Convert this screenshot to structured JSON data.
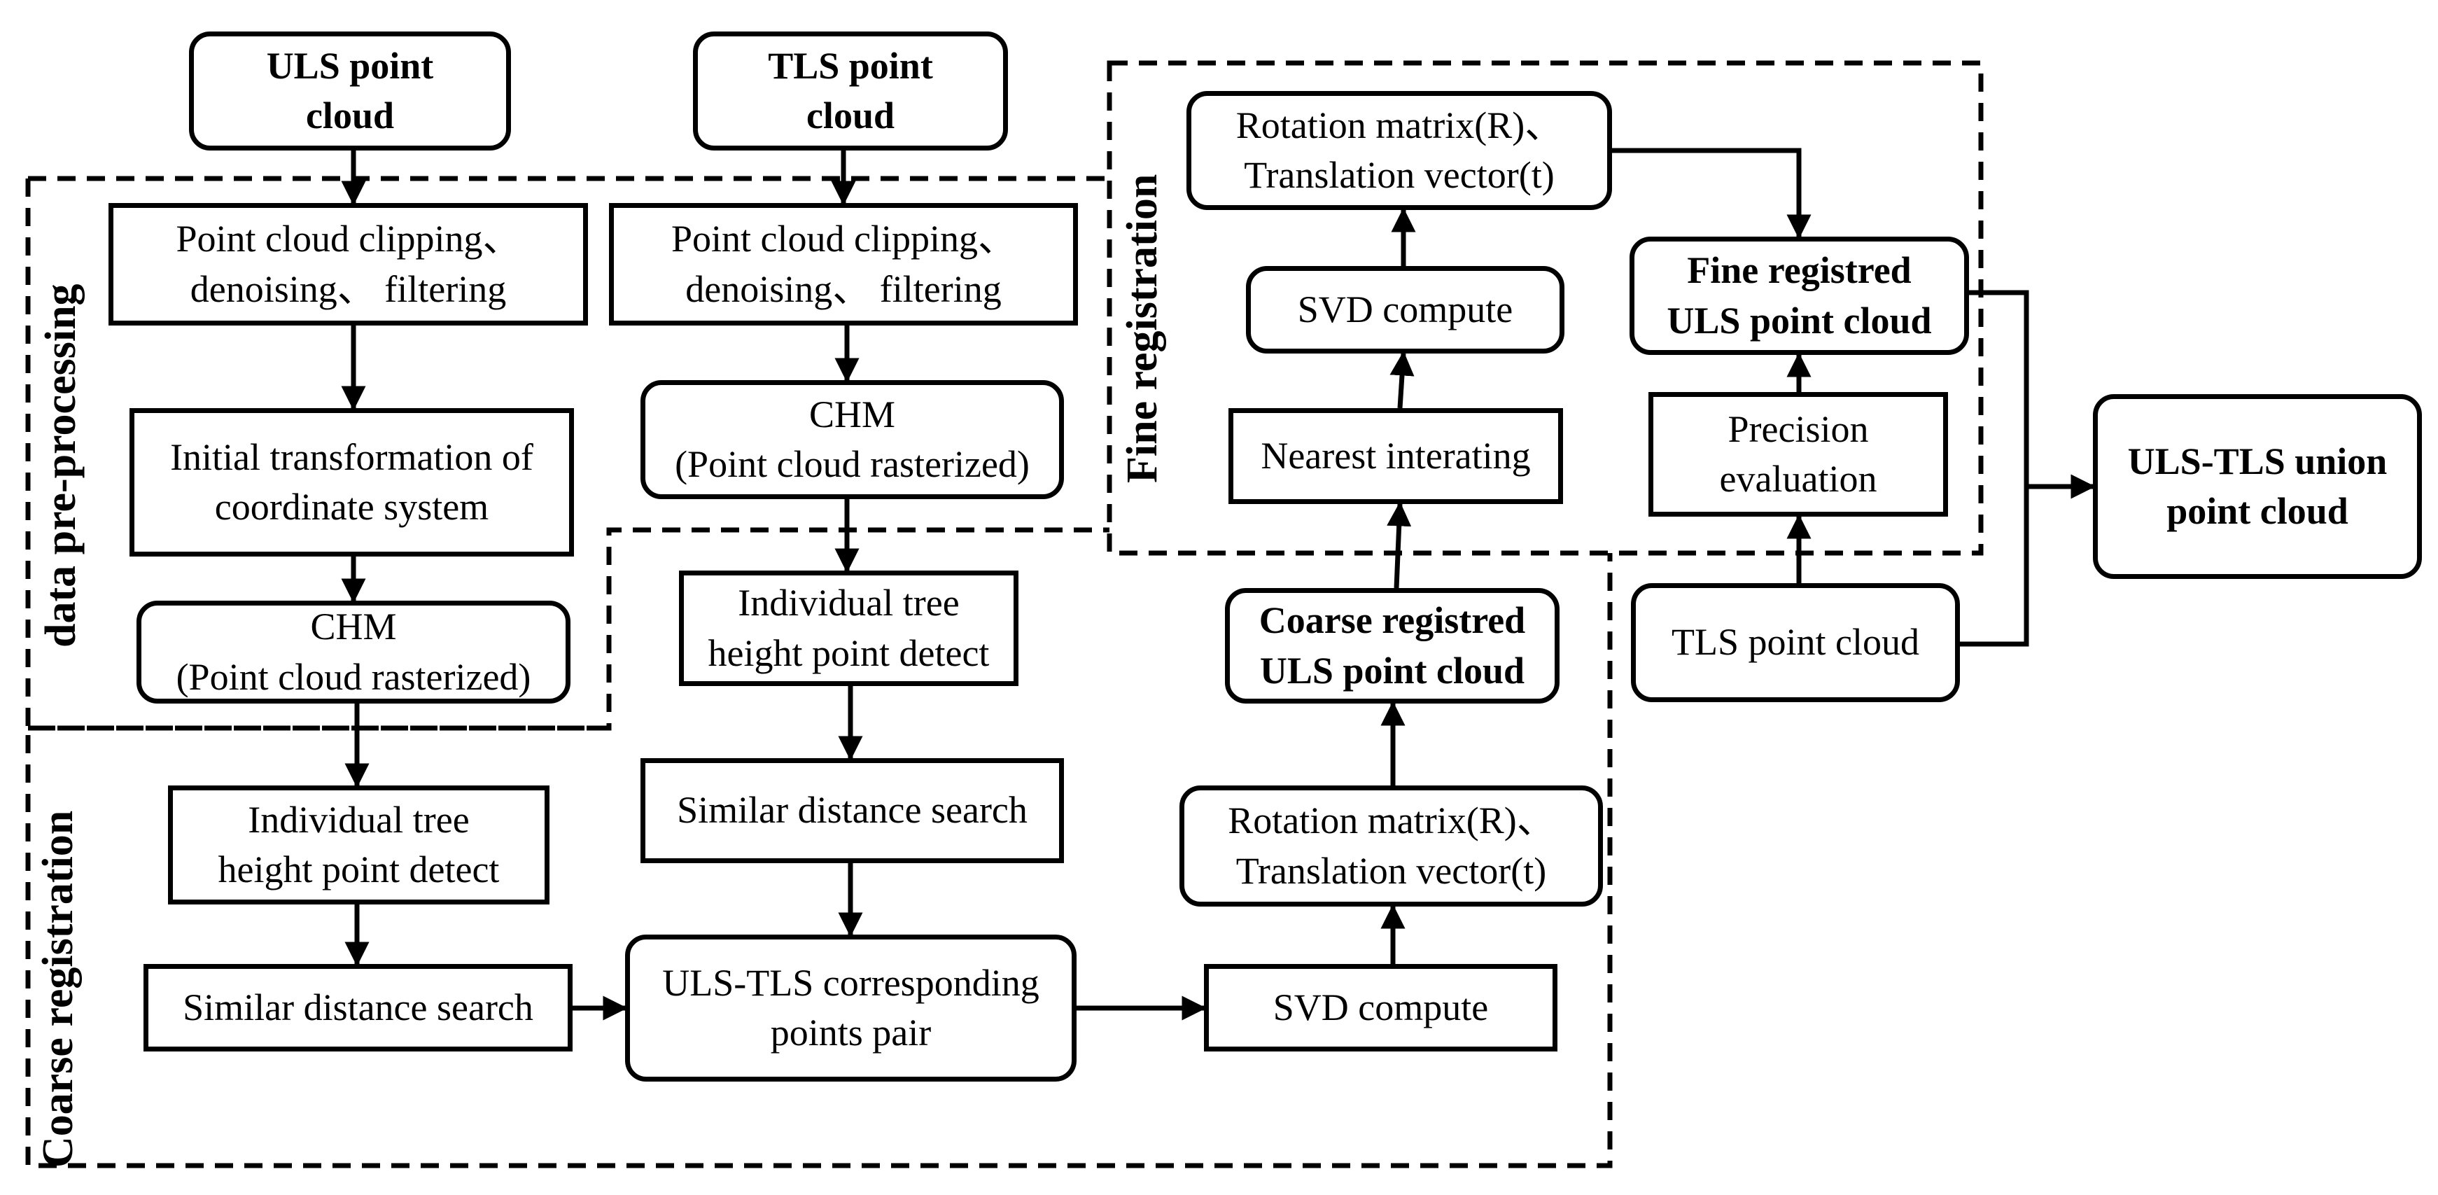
{
  "regions": {
    "preprocessing": "data pre-processing",
    "coarse": "Coarse registration",
    "fine": "Fine registration"
  },
  "nodes": {
    "uls_input": "ULS point\ncloud",
    "tls_input": "TLS point\ncloud",
    "uls_clip": "Point cloud clipping、\ndenoising、 filtering",
    "tls_clip": "Point cloud clipping、\ndenoising、 filtering",
    "uls_transform": "Initial transformation of\ncoordinate system",
    "uls_chm": "CHM\n(Point cloud rasterized)",
    "tls_chm": "CHM\n(Point cloud rasterized)",
    "tls_tree_detect": "Individual tree\nheight point detect",
    "uls_tree_detect": "Individual tree\nheight point detect",
    "tls_distance": "Similar distance search",
    "uls_distance": "Similar distance search",
    "pairs": "ULS-TLS corresponding\npoints pair",
    "coarse_svd": "SVD compute",
    "coarse_rt": "Rotation matrix(R)、\nTranslation vector(t)",
    "coarse_result": "Coarse registred\nULS point cloud",
    "nearest": "Nearest interating",
    "fine_svd": "SVD compute",
    "fine_rt": "Rotation matrix(R)、\nTranslation vector(t)",
    "fine_result": "Fine registred\nULS point cloud",
    "precision": "Precision\nevaluation",
    "tls_cloud": "TLS point  cloud",
    "union": "ULS-TLS union\npoint cloud"
  }
}
